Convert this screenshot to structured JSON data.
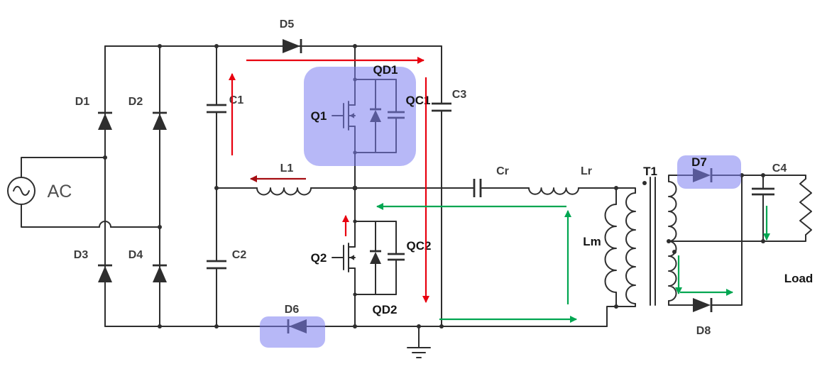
{
  "labels": {
    "ac": "AC",
    "d1": "D1",
    "d2": "D2",
    "d3": "D3",
    "d4": "D4",
    "d5": "D5",
    "d6": "D6",
    "d7": "D7",
    "d8": "D8",
    "c1": "C1",
    "c2": "C2",
    "c3": "C3",
    "c4": "C4",
    "l1": "L1",
    "cr": "Cr",
    "lr": "Lr",
    "lm": "Lm",
    "q1": "Q1",
    "q2": "Q2",
    "qd1": "QD1",
    "qd2": "QD2",
    "qc1": "QC1",
    "qc2": "QC2",
    "t1": "T1",
    "load": "Load"
  },
  "colors": {
    "wire": "#2e2e2e",
    "label": "#3d3d3d",
    "highlight": "#7b7df0",
    "primary_current": "#e8000f",
    "primary_current_dark": "#a50d12",
    "secondary_current": "#00a651"
  }
}
